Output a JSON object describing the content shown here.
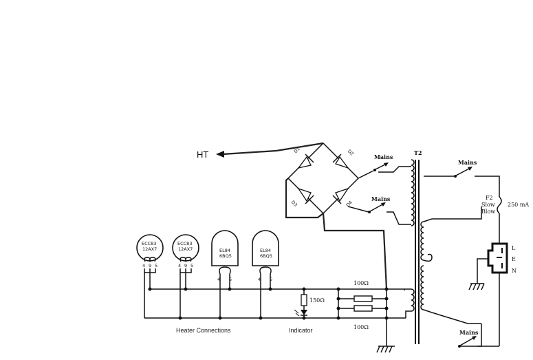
{
  "ht_label": "HT",
  "diodes": [
    "D1",
    "D2",
    "D3",
    "D4"
  ],
  "switch_labels": {
    "mains_1": "Mains",
    "mains_2": "Mains",
    "mains_3": "Mains",
    "mains_4": "Mains"
  },
  "transformer_label": "T2",
  "fuse": {
    "name": "F2",
    "line1": "Slow",
    "line2": "Blow",
    "rating": "250 mA"
  },
  "iec_inlet": {
    "pins": [
      "L",
      "E",
      "N"
    ]
  },
  "tubes": [
    {
      "line1": "ECC83",
      "line2": "12AX7",
      "pins": [
        "4",
        "9",
        "5"
      ]
    },
    {
      "line1": "ECC83",
      "line2": "12AX7",
      "pins": [
        "4",
        "9",
        "5"
      ]
    },
    {
      "line1": "EL84",
      "line2": "6BQ5",
      "pins": [
        "4",
        "5"
      ]
    },
    {
      "line1": "EL84",
      "line2": "6BQ5",
      "pins": [
        "4",
        "5"
      ]
    }
  ],
  "resistors": {
    "top": "100Ω",
    "bottom": "100Ω",
    "indicator": "150Ω"
  },
  "captions": {
    "heater": "Heater Connections",
    "indicator": "Indicator"
  }
}
